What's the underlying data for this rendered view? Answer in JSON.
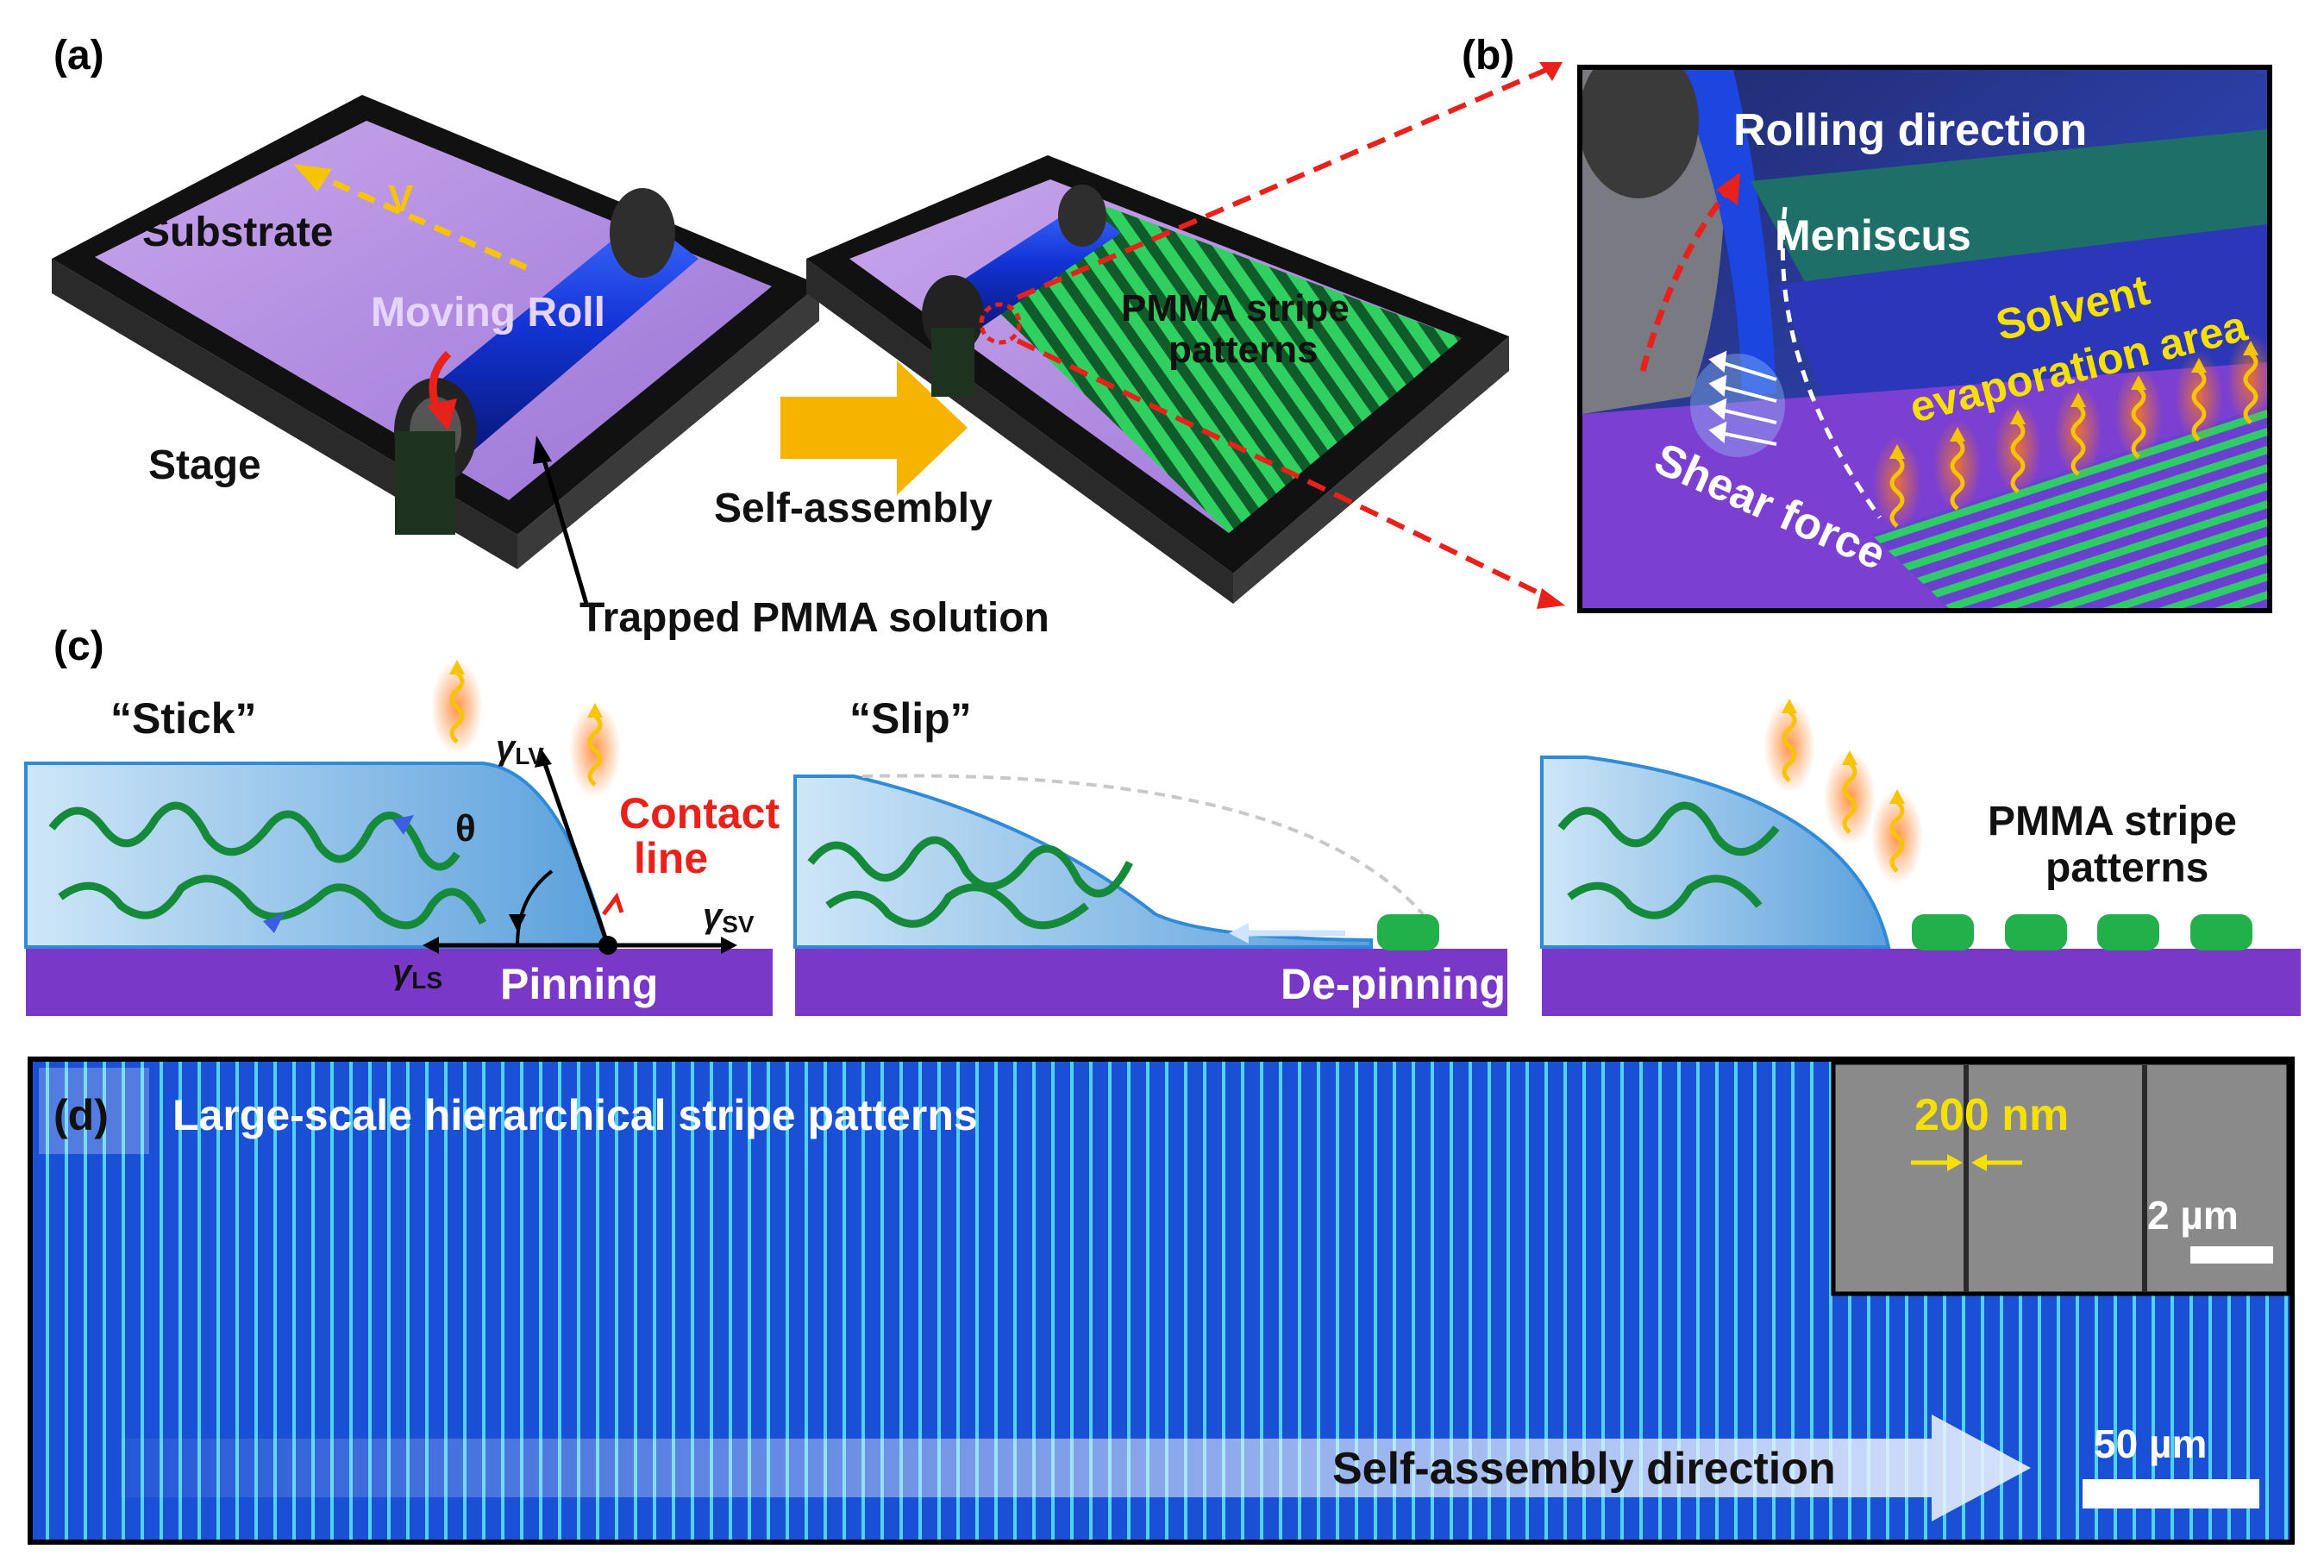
{
  "panels": {
    "a": {
      "letter": "(a)",
      "substrate": "Substrate",
      "velocity": "V",
      "moving_roll": "Moving Roll",
      "stage": "Stage",
      "self_assembly": "Self-assembly",
      "trapped": "Trapped PMMA solution",
      "stripe_line1": "PMMA stripe",
      "stripe_line2": "patterns"
    },
    "b": {
      "letter": "(b)",
      "rolling": "Rolling direction",
      "meniscus": "Meniscus",
      "solvent": "Solvent",
      "evaporation": "evaporation area",
      "shear": "Shear force"
    },
    "c": {
      "letter": "(c)",
      "stick": "“Stick”",
      "slip": "“Slip”",
      "theta": "θ",
      "gamma_lv": "γ",
      "gamma_lv_sub": "LV",
      "gamma_sv": "γ",
      "gamma_sv_sub": "SV",
      "gamma_ls": "γ",
      "gamma_ls_sub": "LS",
      "contact1": "Contact",
      "contact2": "line",
      "pinning": "Pinning",
      "depinning": "De-pinning",
      "stripe_line1": "PMMA stripe",
      "stripe_line2": "patterns"
    },
    "d": {
      "letter": "(d)",
      "title": "Large-scale hierarchical stripe patterns",
      "inset_size": "200 nm",
      "inset_scale": "2 µm",
      "scale": "50 µm",
      "direction": "Self-assembly direction"
    }
  },
  "colors": {
    "roll_blue": "#1a3fd9",
    "substrate_purple": "#b58ee0",
    "stripe_green": "#22b04a",
    "arrow_red": "#e8221b",
    "arrow_yellow": "#f6c400",
    "base_purple": "#7a38c8",
    "optical_blue": "#1b56d8"
  }
}
